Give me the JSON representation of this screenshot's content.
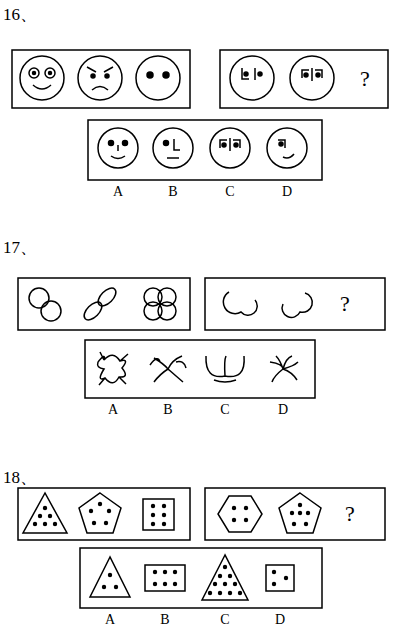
{
  "diagram": {
    "labels": [
      "16、",
      "?",
      "A",
      "B",
      "C",
      "D",
      "17、",
      "?",
      "A",
      "B",
      "C",
      "D",
      "18、",
      "?",
      "A",
      "B",
      "C",
      "D"
    ]
  }
}
